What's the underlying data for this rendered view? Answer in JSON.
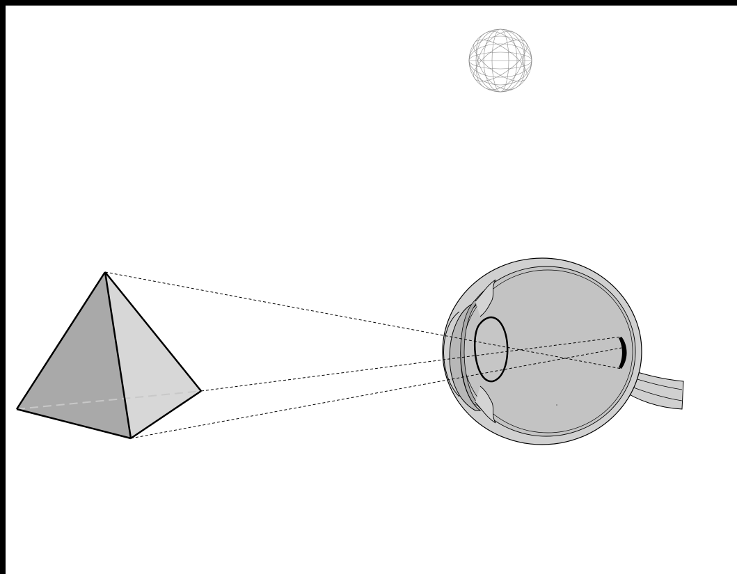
{
  "diagram": {
    "objects": [
      {
        "name": "pyramid",
        "kind": "tetrahedron"
      },
      {
        "name": "sphere",
        "kind": "wireframe-sphere"
      },
      {
        "name": "eye",
        "kind": "human-eye-cross-section"
      }
    ],
    "colors": {
      "background": "#ffffff",
      "frame": "#000000",
      "pyramid_left_face": "#a9a9a9",
      "pyramid_right_face": "#d7d7d7",
      "sclera": "#d0d0d0",
      "vitreous": "#c3c3c3",
      "retina_spot": "#000000",
      "line": "#000000"
    }
  }
}
